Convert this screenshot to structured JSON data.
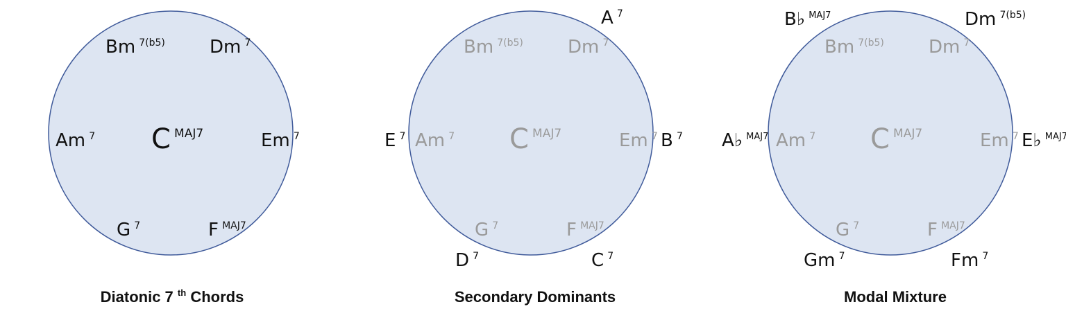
{
  "colors": {
    "circle_fill": "#dde5f2",
    "circle_stroke": "#3f5a9a",
    "active": "#111111",
    "faded": "#9a9a9a"
  },
  "panels": [
    {
      "title": {
        "main": "Diatonic  7",
        "sup": "th",
        "rest": "  Chords"
      },
      "inner": [
        {
          "slot": "top-left",
          "root": "Bm",
          "ext": "7(b5)",
          "faded": false
        },
        {
          "slot": "top-right",
          "root": "Dm",
          "ext": "7",
          "faded": false
        },
        {
          "slot": "left",
          "root": "Am",
          "ext": "7",
          "faded": false
        },
        {
          "slot": "right",
          "root": "Em",
          "ext": "7",
          "faded": false
        },
        {
          "slot": "bottom-left",
          "root": "G",
          "ext": "7",
          "faded": false
        },
        {
          "slot": "bottom-right",
          "root": "F",
          "ext": "MAJ7",
          "faded": false
        }
      ],
      "center": {
        "root": "C",
        "ext": "MAJ7",
        "faded": false
      },
      "outer": []
    },
    {
      "title": {
        "main": "Secondary  Dominants",
        "sup": "",
        "rest": ""
      },
      "inner": [
        {
          "slot": "top-left",
          "root": "Bm",
          "ext": "7(b5)",
          "faded": true
        },
        {
          "slot": "top-right",
          "root": "Dm",
          "ext": "7",
          "faded": true
        },
        {
          "slot": "left",
          "root": "Am",
          "ext": "7",
          "faded": true
        },
        {
          "slot": "right",
          "root": "Em",
          "ext": "7",
          "faded": true
        },
        {
          "slot": "bottom-left",
          "root": "G",
          "ext": "7",
          "faded": true
        },
        {
          "slot": "bottom-right",
          "root": "F",
          "ext": "MAJ7",
          "faded": true
        }
      ],
      "center": {
        "root": "C",
        "ext": "MAJ7",
        "faded": true
      },
      "outer": [
        {
          "slot": "top-right",
          "root": "A",
          "ext": "7"
        },
        {
          "slot": "left",
          "root": "E",
          "ext": "7"
        },
        {
          "slot": "right",
          "root": "B",
          "ext": "7"
        },
        {
          "slot": "bottom-left",
          "root": "D",
          "ext": "7"
        },
        {
          "slot": "bottom-right",
          "root": "C",
          "ext": "7"
        }
      ]
    },
    {
      "title": {
        "main": "Modal  Mixture",
        "sup": "",
        "rest": ""
      },
      "inner": [
        {
          "slot": "top-left",
          "root": "Bm",
          "ext": "7(b5)",
          "faded": true
        },
        {
          "slot": "top-right",
          "root": "Dm",
          "ext": "7",
          "faded": true
        },
        {
          "slot": "left",
          "root": "Am",
          "ext": "7",
          "faded": true
        },
        {
          "slot": "right",
          "root": "Em",
          "ext": "7",
          "faded": true
        },
        {
          "slot": "bottom-left",
          "root": "G",
          "ext": "7",
          "faded": true
        },
        {
          "slot": "bottom-right",
          "root": "F",
          "ext": "MAJ7",
          "faded": true
        }
      ],
      "center": {
        "root": "C",
        "ext": "MAJ7",
        "faded": true
      },
      "outer": [
        {
          "slot": "top-left",
          "root": "B♭",
          "ext": "MAJ7"
        },
        {
          "slot": "top-right",
          "root": "Dm",
          "ext": "7(b5)"
        },
        {
          "slot": "left",
          "root": "A♭",
          "ext": "MAJ7"
        },
        {
          "slot": "right",
          "root": "E♭",
          "ext": "MAJ7"
        },
        {
          "slot": "bottom-left",
          "root": "Gm",
          "ext": "7"
        },
        {
          "slot": "bottom-right",
          "root": "Fm",
          "ext": "7"
        }
      ]
    }
  ]
}
